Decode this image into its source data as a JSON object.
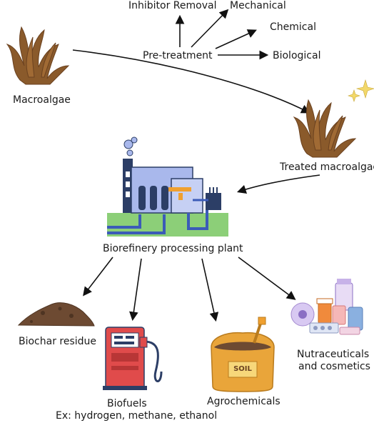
{
  "labels": {
    "macroalgae": "Macroalgae",
    "pretreatment": "Pre-treatment",
    "inhibitor_removal": "Inhibitor Removal",
    "mechanical": "Mechanical",
    "chemical": "Chemical",
    "biological": "Biological",
    "treated_macroalgae": "Treated macroalgae",
    "biorefinery": "Biorefinery processing plant",
    "biochar": "Biochar residue",
    "biofuels": "Biofuels",
    "biofuels_example": "Ex: hydrogen, methane, ethanol",
    "agrochemicals": "Agrochemicals",
    "soil": "SOIL",
    "nutraceuticals_line1": "Nutraceuticals",
    "nutraceuticals_line2": "and cosmetics"
  },
  "colors": {
    "algae": "#8a5a2b",
    "algae_dark": "#6b4220",
    "plant_blue": "#a9b8ec",
    "plant_dark": "#2c3e66",
    "plant_ground": "#8ccf78",
    "pipe": "#3b5bb8",
    "pump_red": "#e04b4b",
    "sack": "#e9a53a",
    "soil_brown": "#6d4a32",
    "sparkle": "#f2d86a"
  },
  "icons": {
    "macroalgae": "seaweed-icon",
    "treated": "seaweed-sparkle-icon",
    "plant": "factory-icon",
    "biochar": "soil-pile-icon",
    "biofuels": "fuel-pump-icon",
    "agrochemicals": "soil-sack-icon",
    "nutraceuticals": "medicine-bottles-icon"
  }
}
